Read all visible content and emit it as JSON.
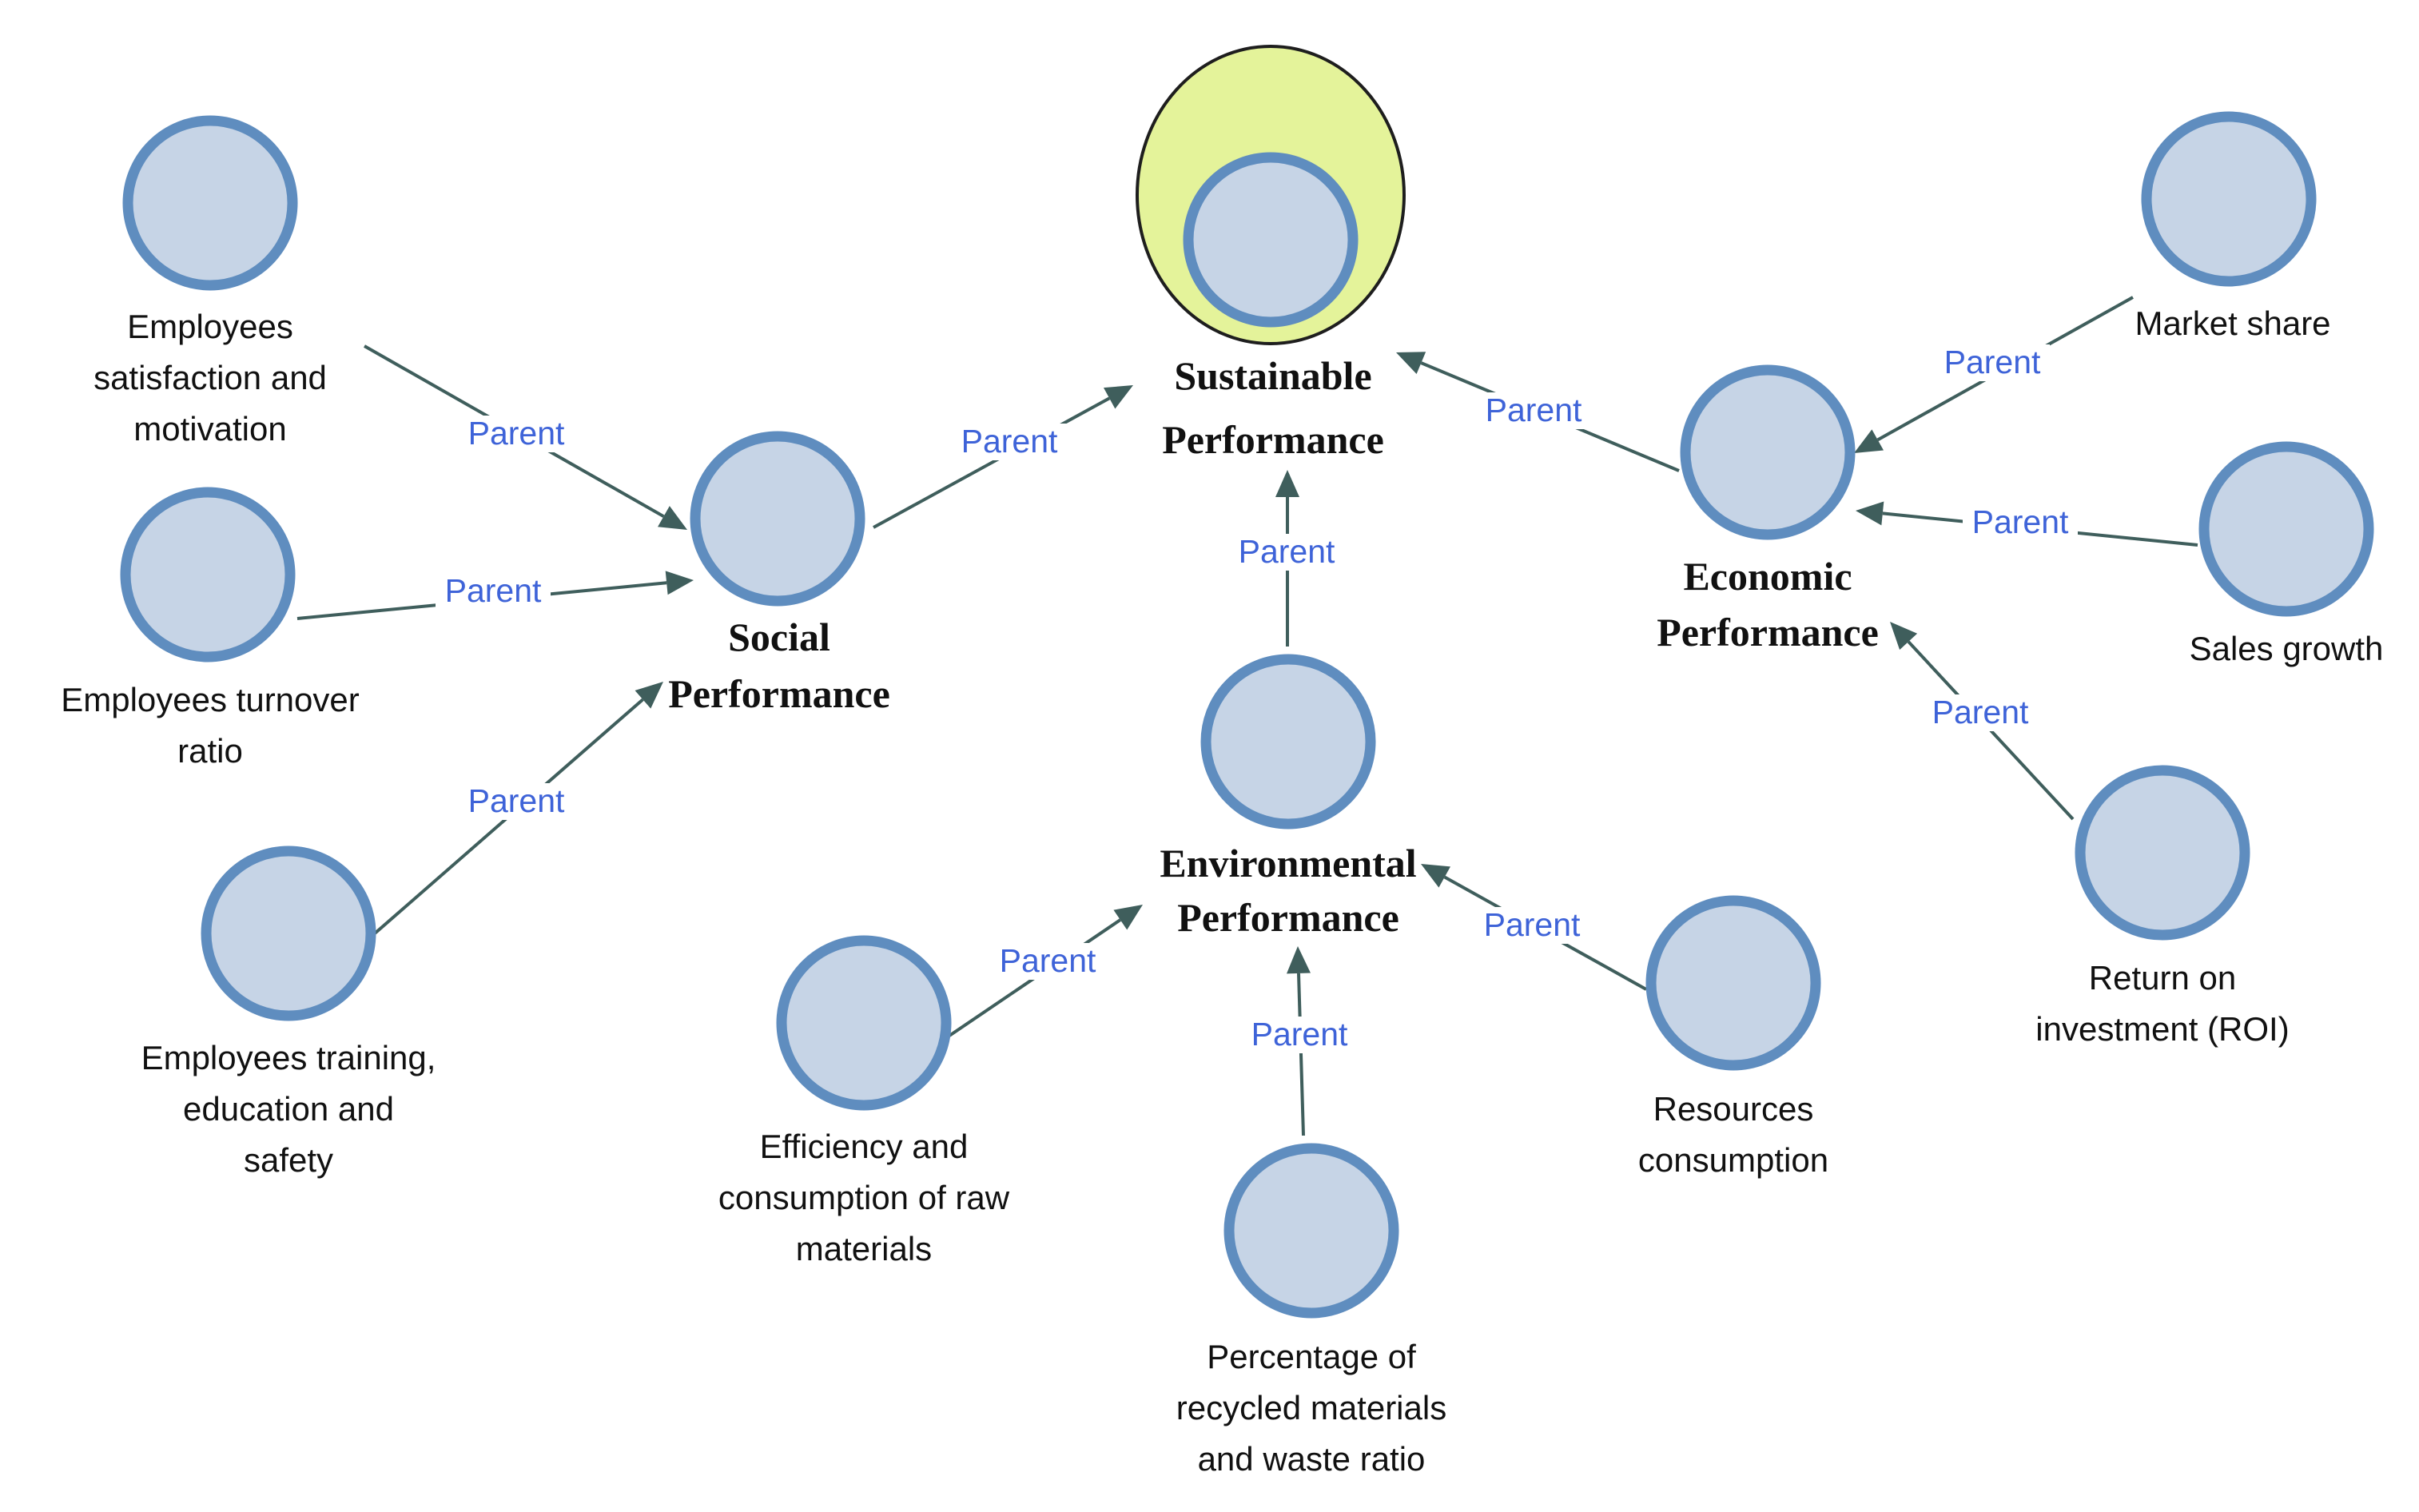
{
  "diagram": {
    "root": {
      "id": "sustainable",
      "label_lines": [
        "Sustainable",
        "Performance"
      ],
      "highlight_color": "#e4f39a"
    },
    "nodes": [
      {
        "id": "social",
        "label_lines": [
          "Social",
          "Performance"
        ],
        "bold": true
      },
      {
        "id": "environmental",
        "label_lines": [
          "Environmental",
          "Performance"
        ],
        "bold": true
      },
      {
        "id": "economic",
        "label_lines": [
          "Economic",
          "Performance"
        ],
        "bold": true
      },
      {
        "id": "emp-satisfaction",
        "label_lines": [
          "Employees",
          "satisfaction and",
          "motivation"
        ]
      },
      {
        "id": "emp-turnover",
        "label_lines": [
          "Employees turnover",
          "ratio"
        ]
      },
      {
        "id": "emp-training",
        "label_lines": [
          "Employees training,",
          "education and",
          "safety"
        ]
      },
      {
        "id": "raw-materials",
        "label_lines": [
          "Efficiency and",
          "consumption of raw",
          "materials"
        ]
      },
      {
        "id": "recycled",
        "label_lines": [
          "Percentage of",
          "recycled materials",
          "and waste ratio"
        ]
      },
      {
        "id": "resources",
        "label_lines": [
          "Resources",
          "consumption"
        ]
      },
      {
        "id": "market-share",
        "label_lines": [
          "Market share"
        ]
      },
      {
        "id": "sales-growth",
        "label_lines": [
          "Sales growth"
        ]
      },
      {
        "id": "roi",
        "label_lines": [
          "Return on",
          "investment (ROI)"
        ]
      }
    ],
    "edges": [
      {
        "from": "social",
        "to": "sustainable",
        "label": "Parent"
      },
      {
        "from": "environmental",
        "to": "sustainable",
        "label": "Parent"
      },
      {
        "from": "economic",
        "to": "sustainable",
        "label": "Parent"
      },
      {
        "from": "emp-satisfaction",
        "to": "social",
        "label": "Parent"
      },
      {
        "from": "emp-turnover",
        "to": "social",
        "label": "Parent"
      },
      {
        "from": "emp-training",
        "to": "social",
        "label": "Parent"
      },
      {
        "from": "raw-materials",
        "to": "environmental",
        "label": "Parent"
      },
      {
        "from": "recycled",
        "to": "environmental",
        "label": "Parent"
      },
      {
        "from": "resources",
        "to": "environmental",
        "label": "Parent"
      },
      {
        "from": "market-share",
        "to": "economic",
        "label": "Parent"
      },
      {
        "from": "sales-growth",
        "to": "economic",
        "label": "Parent"
      },
      {
        "from": "roi",
        "to": "economic",
        "label": "Parent"
      }
    ],
    "colors": {
      "node_fill": "#c6d4e6",
      "node_stroke": "#5f8dbf",
      "edge": "#3f5e5c",
      "edge_label": "#3e63d8"
    }
  }
}
